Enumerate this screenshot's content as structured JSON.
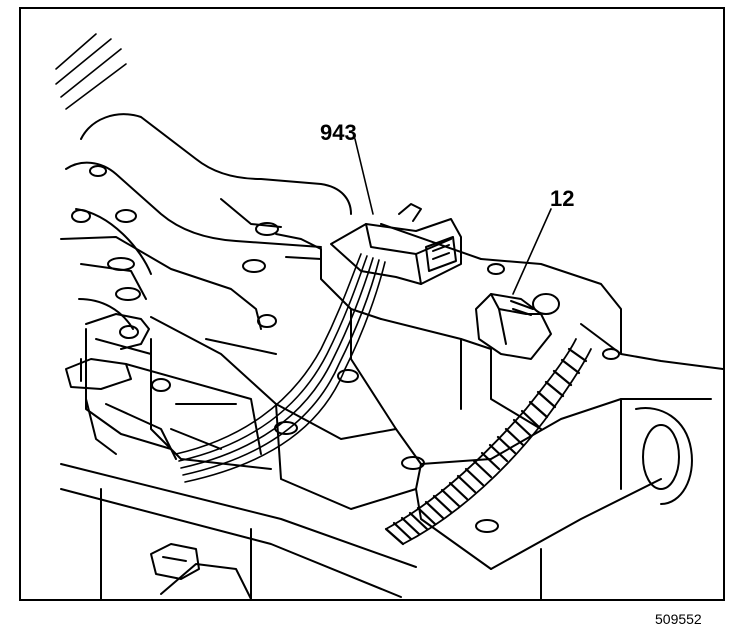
{
  "diagram": {
    "callouts": [
      {
        "id": "943",
        "label": "943"
      },
      {
        "id": "12",
        "label": "12"
      }
    ],
    "figure_number": "509552"
  },
  "colors": {
    "ink": "#000000",
    "paper": "#ffffff"
  }
}
